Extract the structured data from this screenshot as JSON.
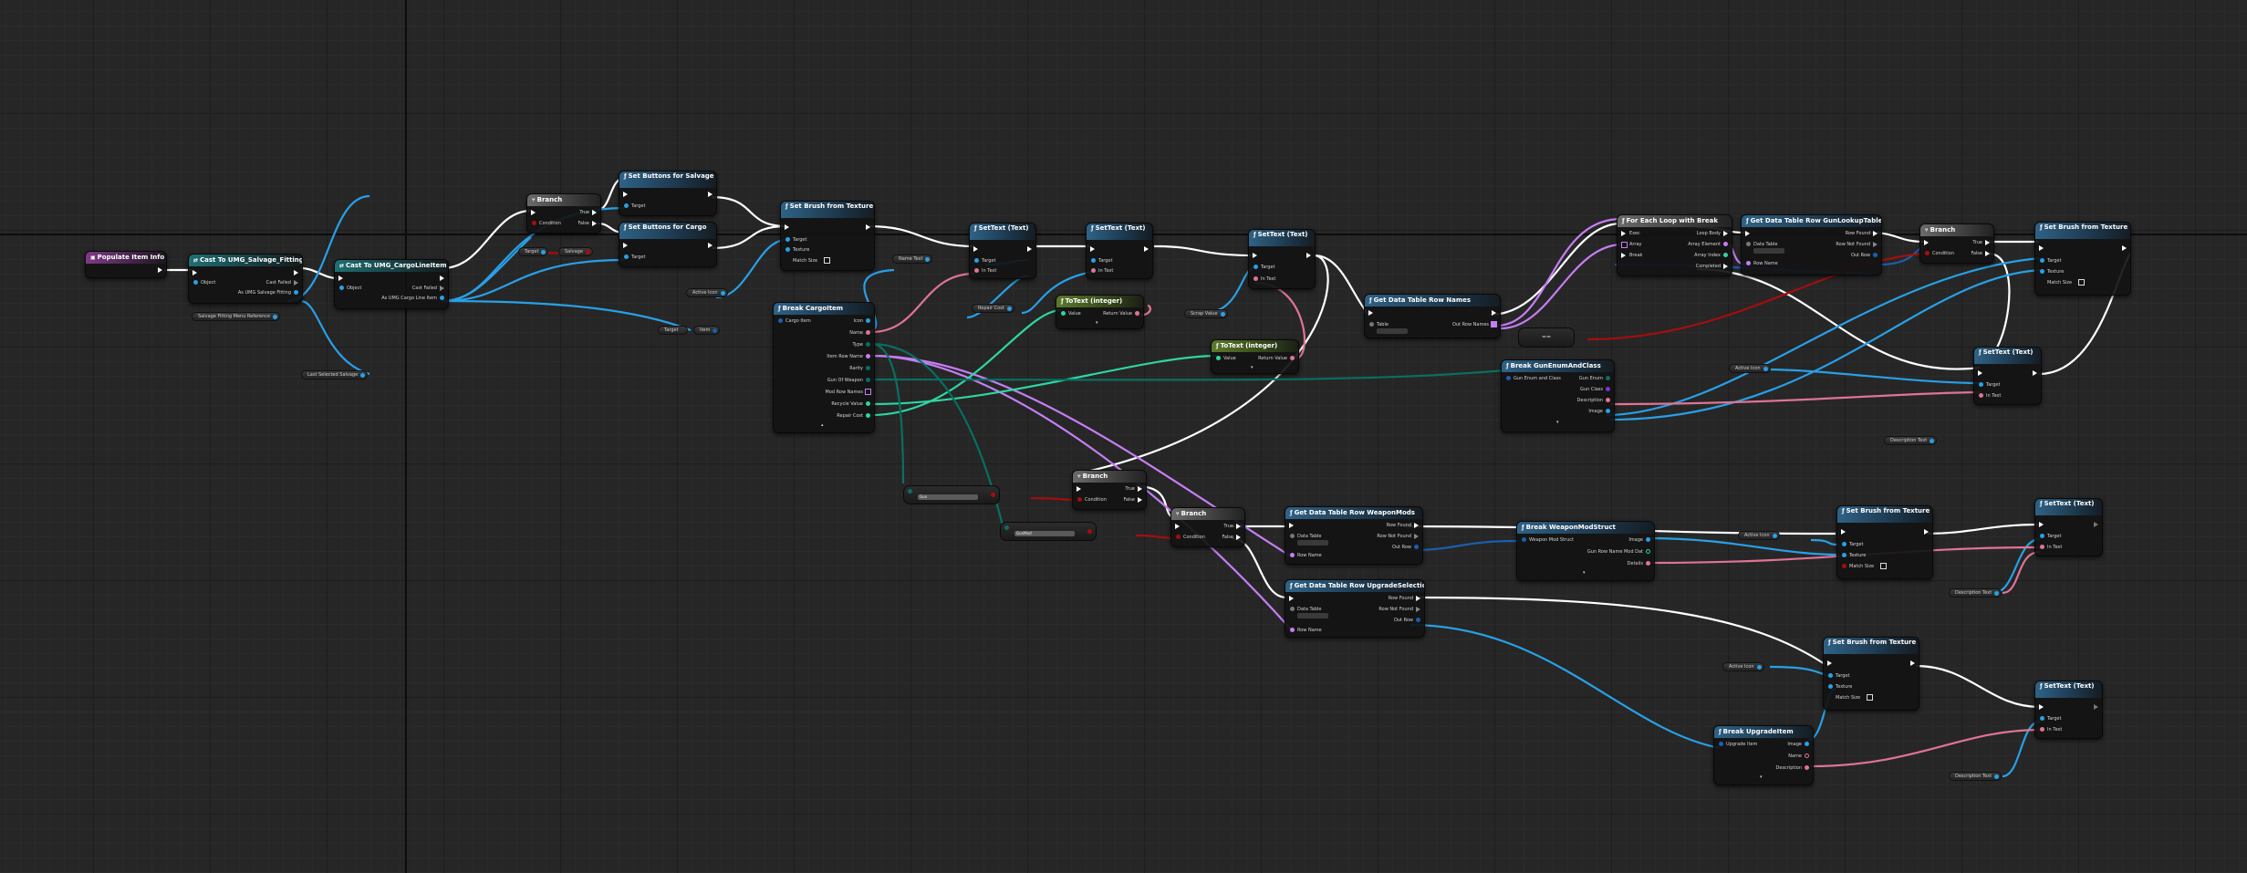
{
  "colors": {
    "exec": "#ffffff",
    "object": "#28a0e6",
    "string_name": "#c57ef5",
    "text": "#e07493",
    "integer": "#2ed6a2",
    "bool": "#a40e0e",
    "struct": "#1a5fb0",
    "byte": "#0a6e62",
    "texture": "#28a0e6"
  },
  "nodes": {
    "populate": {
      "title": "Populate Item Info"
    },
    "cast_salvage": {
      "title": "Cast To UMG_Salvage_Fitting",
      "pins": {
        "object": "Object",
        "cast_failed": "Cast Failed",
        "as": "As UMG Salvage Fitting"
      }
    },
    "cast_cargo": {
      "title": "Cast To UMG_CargoLineItem",
      "pins": {
        "object": "Object",
        "cast_failed": "Cast Failed",
        "as": "As UMG Cargo Line Item"
      }
    },
    "branch1": {
      "title": "Branch",
      "pins": {
        "condition": "Condition",
        "true": "True",
        "false": "False"
      }
    },
    "set_buttons_salvage": {
      "title": "Set Buttons for Salvage",
      "pins": {
        "target": "Target"
      }
    },
    "set_buttons_cargo": {
      "title": "Set Buttons for Cargo",
      "pins": {
        "target": "Target"
      }
    },
    "set_brush1": {
      "title": "Set Brush from Texture",
      "pins": {
        "target": "Target",
        "texture": "Texture",
        "match_size": "Match Size"
      }
    },
    "set_text1": {
      "title": "SetText (Text)",
      "pins": {
        "target": "Target",
        "in_text": "In Text"
      }
    },
    "set_text2": {
      "title": "SetText (Text)",
      "pins": {
        "target": "Target",
        "in_text": "In Text"
      }
    },
    "set_text3": {
      "title": "SetText (Text)",
      "pins": {
        "target": "Target",
        "in_text": "In Text"
      }
    },
    "to_text1": {
      "title": "ToText (integer)",
      "pins": {
        "value": "Value",
        "return": "Return Value"
      }
    },
    "to_text2": {
      "title": "ToText (integer)",
      "pins": {
        "value": "Value",
        "return": "Return Value"
      }
    },
    "break_cargo": {
      "title": "Break CargoItem",
      "pins": {
        "cargo_item": "Cargo Item",
        "icon": "Icon",
        "name": "Name",
        "type": "Type",
        "item_row_name": "Item Row Name",
        "rarity": "Rarity",
        "gun_weapon": "Gun Of Weapon",
        "mod_row_names": "Mod Row Names",
        "recycle": "Recycle Value",
        "repair": "Repair Cost"
      }
    },
    "branch2": {
      "title": "Branch",
      "pins": {
        "condition": "Condition",
        "true": "True",
        "false": "False"
      }
    },
    "branch3": {
      "title": "Branch",
      "pins": {
        "condition": "Condition",
        "true": "True",
        "false": "False"
      }
    },
    "get_dt_names": {
      "title": "Get Data Table Row Names",
      "pins": {
        "table": "Table",
        "out_row_names": "Out Row Names"
      }
    },
    "for_each": {
      "title": "For Each Loop with Break",
      "pins": {
        "exec": "Exec",
        "array": "Array",
        "break": "Break",
        "loop_body": "Loop Body",
        "array_element": "Array Element",
        "array_index": "Array Index",
        "completed": "Completed"
      }
    },
    "get_dt_gun": {
      "title": "Get Data Table Row GunLookupTable",
      "pins": {
        "data_table": "Data Table",
        "row_name": "Row Name",
        "row_found": "Row Found",
        "row_not_found": "Row Not Found",
        "out_row": "Out Row"
      }
    },
    "branch4": {
      "title": "Branch",
      "pins": {
        "condition": "Condition",
        "true": "True",
        "false": "False"
      }
    },
    "set_brush2": {
      "title": "Set Brush from Texture",
      "pins": {
        "target": "Target",
        "texture": "Texture",
        "match_size": "Match Size"
      }
    },
    "break_gun": {
      "title": "Break GunEnumAndClass",
      "pins": {
        "gun_enum": "Gun Enum and Class",
        "gun_enum_out": "Gun Enum",
        "gun_class": "Gun Class",
        "description": "Description",
        "image": "Image"
      }
    },
    "set_text4": {
      "title": "SetText (Text)",
      "pins": {
        "target": "Target",
        "in_text": "In Text"
      }
    },
    "get_dt_mods": {
      "title": "Get Data Table Row WeaponMods",
      "pins": {
        "data_table": "Data Table",
        "row_name": "Row Name",
        "row_found": "Row Found",
        "row_not_found": "Row Not Found",
        "out_row": "Out Row"
      }
    },
    "break_mod": {
      "title": "Break WeaponModStruct",
      "pins": {
        "weapon_mod": "Weapon Mod Struct",
        "image": "Image",
        "gun_row": "Gun Row Name Mod Dat",
        "details": "Details"
      }
    },
    "set_brush3": {
      "title": "Set Brush from Texture",
      "pins": {
        "target": "Target",
        "texture": "Texture",
        "match_size": "Match Size"
      }
    },
    "set_text5": {
      "title": "SetText (Text)",
      "pins": {
        "target": "Target",
        "in_text": "In Text"
      }
    },
    "get_dt_upgrade": {
      "title": "Get Data Table Row UpgradeSelection",
      "pins": {
        "data_table": "Data Table",
        "row_name": "Row Name",
        "row_found": "Row Found",
        "row_not_found": "Row Not Found",
        "out_row": "Out Row"
      }
    },
    "set_brush4": {
      "title": "Set Brush from Texture",
      "pins": {
        "target": "Target",
        "texture": "Texture",
        "match_size": "Match Size"
      }
    },
    "break_upgrade": {
      "title": "Break UpgradeItem",
      "pins": {
        "upgrade_item": "Upgrade Item",
        "image": "Image",
        "name": "Name",
        "description": "Description"
      }
    },
    "set_text6": {
      "title": "SetText (Text)",
      "pins": {
        "target": "Target",
        "in_text": "In Text"
      }
    }
  },
  "variables": {
    "salvage_ref": "Salvage Fitting Menu Reference",
    "last_selected": "Last Selected Salvage",
    "target": "Target",
    "salvage": "Salvage",
    "item": "Item",
    "name_text": "Name Text",
    "repair_cost": "Repair Cost",
    "scrap_value": "Scrap Value",
    "activeicon1": "Active Icon",
    "activeicon2": "Active Icon",
    "activeicon3": "Active Icon",
    "activeicon4": "Active Icon",
    "desc1": "Description Text",
    "desc2": "Description Text",
    "desc3": "Description Text",
    "eq": "=="
  },
  "combos": {
    "gun": "Gun",
    "gunmod": "GunMod"
  }
}
